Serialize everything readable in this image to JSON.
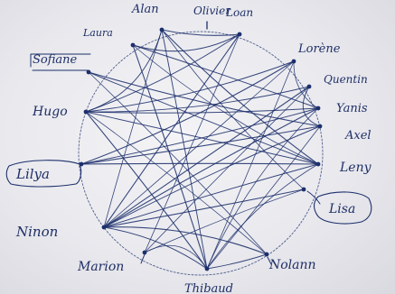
{
  "figure": {
    "labels": {
      "alan": "Alan",
      "olivier": "Olivier",
      "loan": "Loan",
      "laura": "Laura",
      "sofiane": "Sofiane",
      "lorene": "Lorène",
      "quentin": "Quentin",
      "yanis": "Yanis",
      "hugo": "Hugo",
      "axel": "Axel",
      "leny": "Leny",
      "lilya": "Lilya",
      "lisa": "Lisa",
      "ninon": "Ninon",
      "marion": "Marion",
      "nolann": "Nolann",
      "thibaud": "Thibaud"
    },
    "colors": {
      "ink": "#1c2f6b",
      "paper": "#ececf0"
    }
  }
}
